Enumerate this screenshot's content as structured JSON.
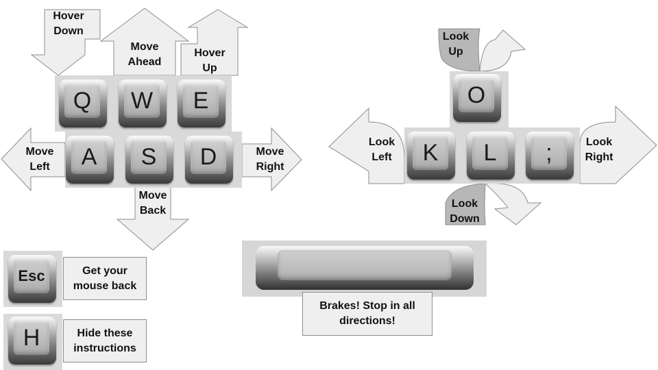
{
  "keys": {
    "q": "Q",
    "w": "W",
    "e": "E",
    "a": "A",
    "s": "S",
    "d": "D",
    "o": "O",
    "k": "K",
    "l": "L",
    "semicolon": ";",
    "esc": "Esc",
    "h": "H"
  },
  "labels": {
    "hover_down_1": "Hover",
    "hover_down_2": "Down",
    "move_ahead_1": "Move",
    "move_ahead_2": "Ahead",
    "hover_up_1": "Hover",
    "hover_up_2": "Up",
    "move_left_1": "Move",
    "move_left_2": "Left",
    "move_right_1": "Move",
    "move_right_2": "Right",
    "move_back_1": "Move",
    "move_back_2": "Back",
    "look_up_1": "Look",
    "look_up_2": "Up",
    "look_left_1": "Look",
    "look_left_2": "Left",
    "look_right_1": "Look",
    "look_right_2": "Right",
    "look_down_1": "Look",
    "look_down_2": "Down",
    "esc_desc_1": "Get your",
    "esc_desc_2": "mouse back",
    "h_desc_1": "Hide these",
    "h_desc_2": "instructions",
    "space_desc_1": "Brakes! Stop in all",
    "space_desc_2": "directions!"
  },
  "colors": {
    "arrow_fill": "#efefef",
    "arrow_stroke": "#8c8c8c",
    "curl_dark": "#b7b7b7",
    "pad": "#d9d9d9"
  }
}
